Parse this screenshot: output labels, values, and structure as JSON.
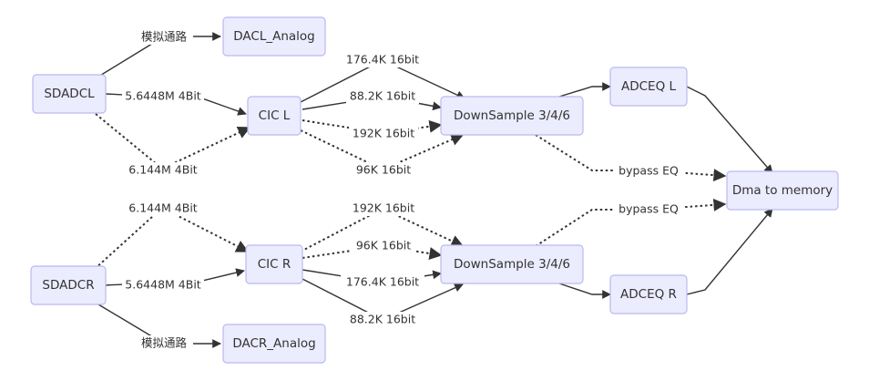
{
  "nodes": {
    "sdadcl": "SDADCL",
    "sdadcr": "SDADCR",
    "dacl_analog": "DACL_Analog",
    "dacr_analog": "DACR_Analog",
    "cic_l": "CIC L",
    "cic_r": "CIC R",
    "downsample_l": "DownSample 3/4/6",
    "downsample_r": "DownSample 3/4/6",
    "adceq_l": "ADCEQ L",
    "adceq_r": "ADCEQ R",
    "dma": "Dma to memory"
  },
  "edge_labels": {
    "l_analog": "模拟通路",
    "l_56448": "5.6448M 4Bit",
    "l_6144": "6.144M 4Bit",
    "l_1764": "176.4K 16bit",
    "l_882": "88.2K 16bit",
    "l_192": "192K 16bit",
    "l_96": "96K 16bit",
    "l_bypass": "bypass EQ",
    "r_analog": "模拟通路",
    "r_56448": "5.6448M 4Bit",
    "r_6144": "6.144M 4Bit",
    "r_192": "192K 16bit",
    "r_96": "96K 16bit",
    "r_1764": "176.4K 16bit",
    "r_882": "88.2K 16bit",
    "r_bypass": "bypass EQ"
  },
  "colors": {
    "node_fill": "#ececff",
    "node_stroke": "#b9b9f0",
    "edge": "#333333"
  }
}
